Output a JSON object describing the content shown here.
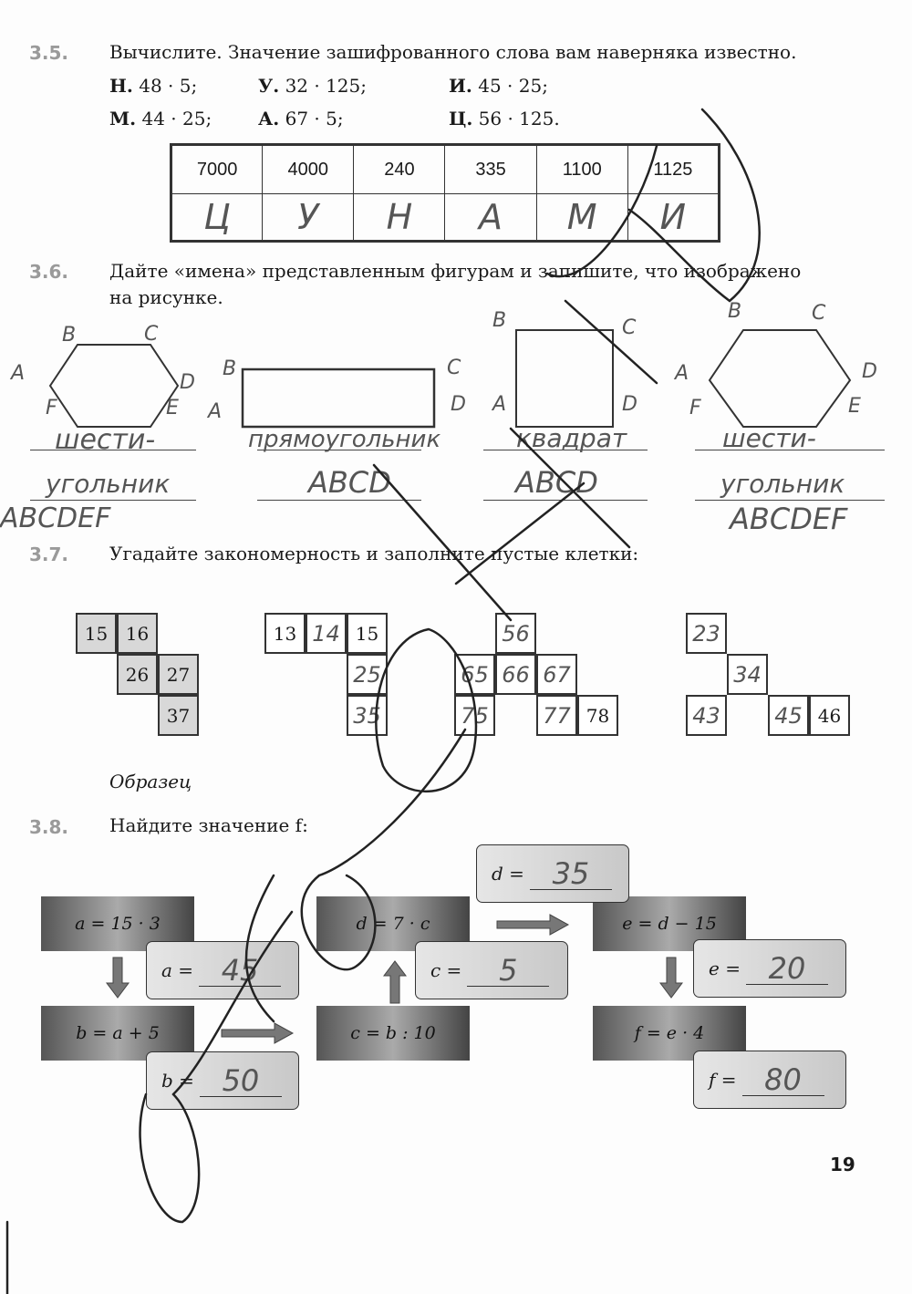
{
  "page_number": "19",
  "t35": {
    "number": "3.5.",
    "title": "Вычислите. Значение зашифрованного слова вам наверняка известно.",
    "expressions": [
      {
        "letter": "Н.",
        "expr": "48 · 5;"
      },
      {
        "letter": "У.",
        "expr": "32 · 125;"
      },
      {
        "letter": "И.",
        "expr": "45 · 25;"
      },
      {
        "letter": "М.",
        "expr": "44 · 25;"
      },
      {
        "letter": "А.",
        "expr": "67 · 5;"
      },
      {
        "letter": "Ц.",
        "expr": "56 · 125."
      }
    ],
    "table": {
      "values": [
        "7000",
        "4000",
        "240",
        "335",
        "1100",
        "1125"
      ],
      "letters": [
        "Ц",
        "У",
        "Н",
        "А",
        "М",
        "И"
      ]
    }
  },
  "t36": {
    "number": "3.6.",
    "title": "Дайте «имена» представленным фигурам и запишите, что изображено",
    "title2": "на рисунке.",
    "figures": [
      {
        "labels": [
          "A",
          "B",
          "C",
          "D",
          "E",
          "F"
        ],
        "answer1": "шести-",
        "answer2": "угольник",
        "answer3": "ABCDEF"
      },
      {
        "labels": [
          "A",
          "B",
          "C",
          "D"
        ],
        "answer1": "прямоугольник",
        "answer2": "ABCD"
      },
      {
        "labels": [
          "A",
          "B",
          "C",
          "D"
        ],
        "answer1": "квадрат",
        "answer2": "ABCD"
      },
      {
        "labels": [
          "A",
          "B",
          "C",
          "D",
          "E",
          "F"
        ],
        "answer1": "шести-",
        "answer2": "угольник",
        "answer3": "ABCDEF"
      }
    ]
  },
  "t37": {
    "number": "3.7.",
    "title": "Угадайте закономерность и заполните пустые клетки:",
    "sample_caption": "Образец",
    "sample": [
      "15",
      "16",
      "26",
      "27",
      "37"
    ],
    "grid2": {
      "printed": [
        "13",
        "15"
      ],
      "filled": [
        "14",
        "25",
        "35"
      ]
    },
    "grid3": {
      "printed": [
        "78"
      ],
      "filled": [
        "56",
        "65",
        "66",
        "67",
        "75",
        "77"
      ]
    },
    "grid4": {
      "printed": [
        "46"
      ],
      "filled": [
        "23",
        "34",
        "43",
        "45"
      ]
    }
  },
  "t38": {
    "number": "3.8.",
    "title": "Найдите значение f:",
    "formulas": [
      "a = 15 · 3",
      "b = a + 5",
      "d = 7 · c",
      "c = b : 10",
      "e = d − 15",
      "f = e · 4"
    ],
    "answers": [
      {
        "label": "a =",
        "value": "45"
      },
      {
        "label": "b =",
        "value": "50"
      },
      {
        "label": "d =",
        "value": "35"
      },
      {
        "label": "c =",
        "value": "5"
      },
      {
        "label": "e =",
        "value": "20"
      },
      {
        "label": "f =",
        "value": "80"
      }
    ]
  }
}
